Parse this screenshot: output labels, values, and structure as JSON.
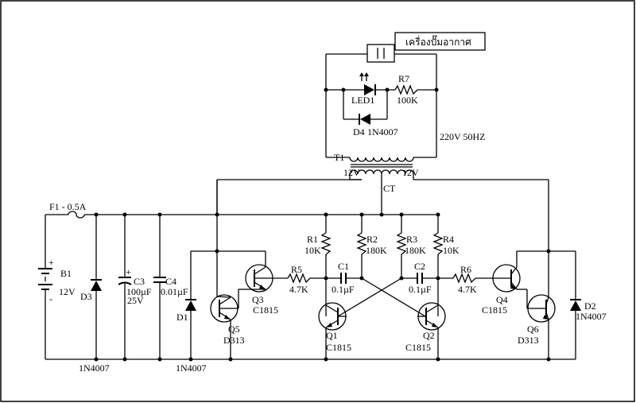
{
  "title_box": "เครื่องปั๊มอากาศ",
  "mains_label": "220V 50HZ",
  "transformer": {
    "name": "T1",
    "left_tap": "12V",
    "right_tap": "12V",
    "center_tap": "CT"
  },
  "fuse": "F1 - 0.5A",
  "battery": {
    "name": "B1",
    "value": "12V",
    "plus": "+",
    "minus": "-"
  },
  "led": {
    "name": "LED1"
  },
  "r7": {
    "name": "R7",
    "value": "100K"
  },
  "d4": {
    "name": "D4",
    "value": "1N4007"
  },
  "d3": {
    "name": "D3",
    "value": "1N4007"
  },
  "d1": {
    "name": "D1",
    "value": "1N4007"
  },
  "d2": {
    "name": "D2",
    "value": "1N4007"
  },
  "c3": {
    "name": "C3",
    "value": "100µF",
    "voltage": "25V",
    "plus": "+"
  },
  "c4": {
    "name": "C4",
    "value": "0.01µF"
  },
  "c1": {
    "name": "C1",
    "value": "0.1µF"
  },
  "c2": {
    "name": "C2",
    "value": "0.1µF"
  },
  "r1": {
    "name": "R1",
    "value": "10K"
  },
  "r2": {
    "name": "R2",
    "value": "180K"
  },
  "r3": {
    "name": "R3",
    "value": "180K"
  },
  "r4": {
    "name": "R4",
    "value": "10K"
  },
  "r5": {
    "name": "R5",
    "value": "4.7K"
  },
  "r6": {
    "name": "R6",
    "value": "4.7K"
  },
  "q1": {
    "name": "Q1",
    "value": "C1815"
  },
  "q2": {
    "name": "Q2",
    "value": "C1815"
  },
  "q3": {
    "name": "Q3",
    "value": "C1815"
  },
  "q4": {
    "name": "Q4",
    "value": "C1815"
  },
  "q5": {
    "name": "Q5",
    "value": "D313"
  },
  "q6": {
    "name": "Q6",
    "value": "D313"
  }
}
